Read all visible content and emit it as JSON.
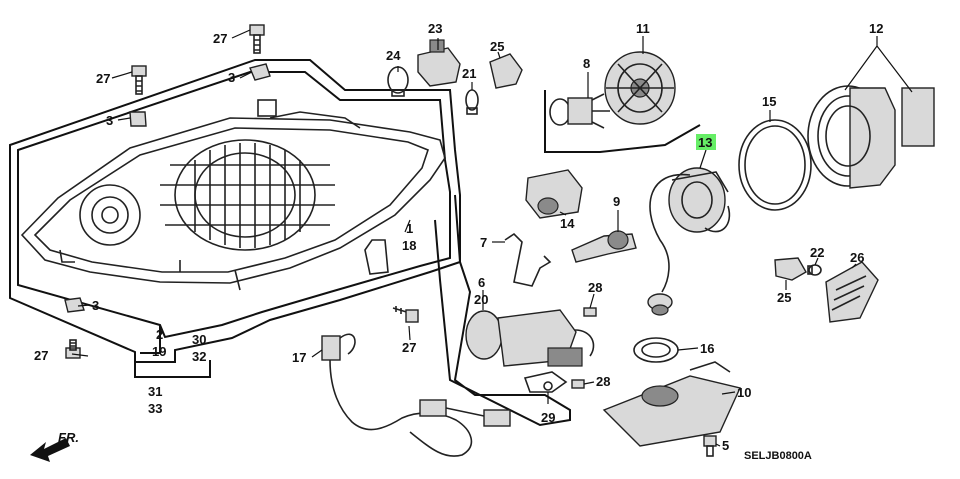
{
  "callouts": {
    "c1": "1",
    "c18": "18",
    "c2": "2",
    "c19": "19",
    "c3a": "3",
    "c3b": "3",
    "c3c": "3",
    "c27a": "27",
    "c27b": "27",
    "c27c": "27",
    "c27d": "27",
    "c23": "23",
    "c24": "24",
    "c25a": "25",
    "c21": "21",
    "c11": "11",
    "c8": "8",
    "c12": "12",
    "c15": "15",
    "c13": "13",
    "c9": "9",
    "c14": "14",
    "c7": "7",
    "c6": "6",
    "c20": "20",
    "c28a": "28",
    "c28b": "28",
    "c29": "29",
    "c30": "30",
    "c32": "32",
    "c31": "31",
    "c33": "33",
    "c17": "17",
    "c16": "16",
    "c10": "10",
    "c5": "5",
    "c22": "22",
    "c26": "26",
    "c25b": "25"
  },
  "highlighted_callout": "13",
  "highlight_color": "#66ee66",
  "direction_label": "FR.",
  "diagram_code": "SELJB0800A"
}
